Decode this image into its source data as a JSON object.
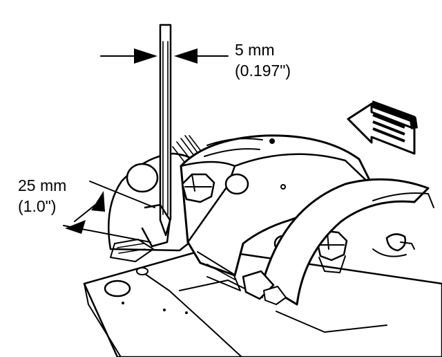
{
  "labels": {
    "feeler_width": {
      "metric": "5 mm",
      "imperial": "(0.197\")"
    },
    "feeler_depth": {
      "metric": "25 mm",
      "imperial": "(1.0\")"
    }
  }
}
